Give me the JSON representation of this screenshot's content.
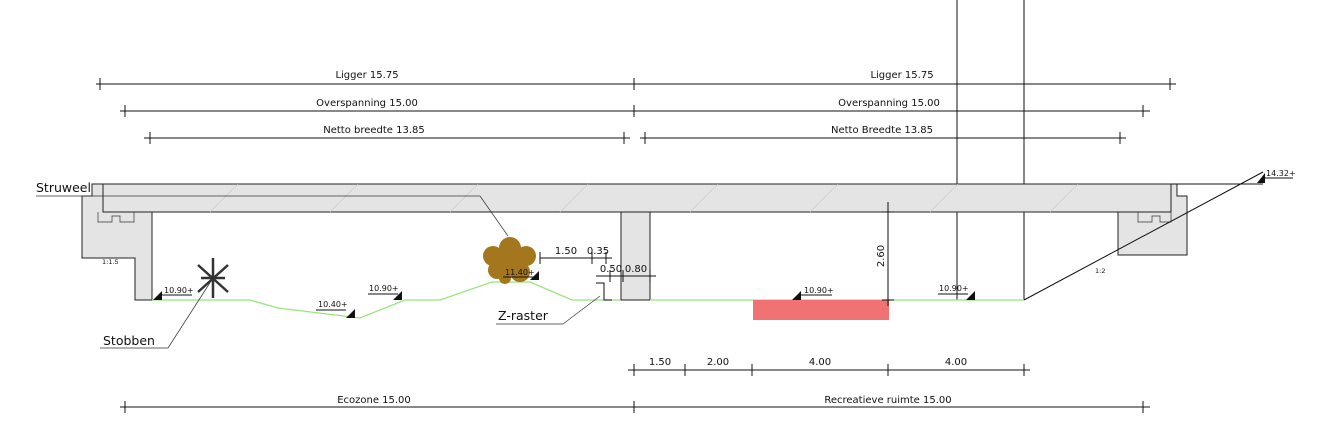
{
  "dimensions": {
    "ligger_left": "Ligger 15.75",
    "ligger_right": "Ligger 15.75",
    "overspanning_left": "Overspanning 15.00",
    "overspanning_right": "Overspanning 15.00",
    "netto_left": "Netto breedte 13.85",
    "netto_right": "Netto Breedte 13.85",
    "ecozone": "Ecozone 15.00",
    "recreatie": "Recreatieve ruimte 15.00",
    "seg_1": "1.50",
    "seg_2": "2.00",
    "seg_3": "4.00",
    "seg_4": "4.00",
    "small_150": "1.50",
    "small_035": "0.35",
    "small_050": "0.50",
    "small_080": "0.80",
    "height_260": "2.60"
  },
  "levels": {
    "top_right": "14.32+",
    "ground_left": "10.90+",
    "ground_dip": "10.40+",
    "ground_mid_left": "10.90+",
    "bush_top": "11.40+",
    "path": "10.90+",
    "ground_right": "10.90+"
  },
  "labels": {
    "struweel": "Struweel",
    "stobben": "Stobben",
    "zraster": "Z-raster",
    "slope_left": "1:1.5",
    "slope_right": "1:2"
  },
  "colors": {
    "ground": "#98e47e",
    "path": "#f07272",
    "concrete": "#e4e4e4",
    "bush": "#a4771e"
  }
}
